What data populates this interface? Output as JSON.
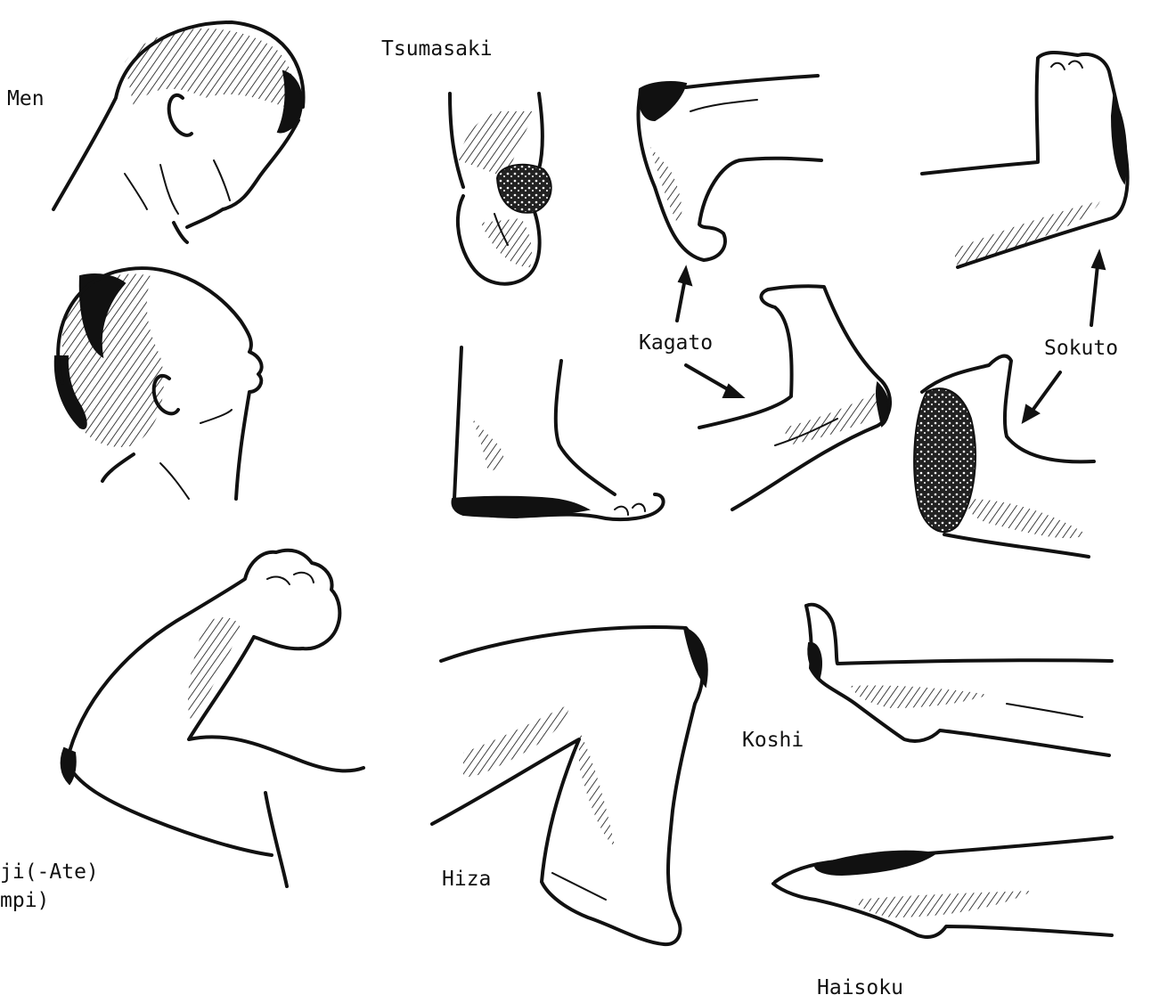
{
  "labels": {
    "men": "Men",
    "tsumasaki": "Tsumasaki",
    "kagato": "Kagato",
    "sokuto": "Sokuto",
    "hiji_ate": "ji(-Ate)",
    "empi": "mpi)",
    "hiza": "Hiza",
    "koshi": "Koshi",
    "haisoku": "Haisoku"
  },
  "colors": {
    "ink": "#111111",
    "paper": "#ffffff"
  }
}
